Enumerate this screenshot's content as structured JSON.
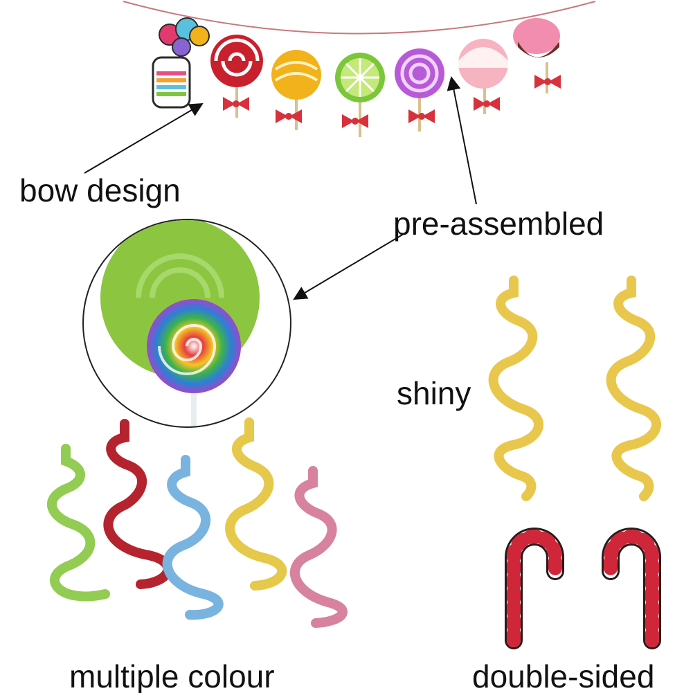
{
  "labels": {
    "bow_design": "bow design",
    "pre_assembled": "pre-assembled",
    "shiny": "shiny",
    "multiple_colour": "multiple colour",
    "double_sided": "double-sided"
  },
  "garland": {
    "pieces": [
      {
        "kind": "candy-jar",
        "color": "#e23a6f"
      },
      {
        "kind": "swirl-lollipop",
        "color": "#c8202c"
      },
      {
        "kind": "swirl-lollipop",
        "color": "#f2b21c"
      },
      {
        "kind": "lime-slice",
        "color": "#7cc63a"
      },
      {
        "kind": "spiral-lollipop",
        "color": "#b65ad8"
      },
      {
        "kind": "ice-cream",
        "color": "#f6b3c0"
      },
      {
        "kind": "chocolate-dessert",
        "color": "#6b2f23"
      }
    ],
    "bow_color": "#d8313b",
    "string_color": "#c9787d"
  },
  "swirls": {
    "multiple_colour": [
      "#92cc52",
      "#b5232e",
      "#79b3e0",
      "#e6c84a",
      "#d7829e"
    ],
    "shiny": [
      "#e9c74d",
      "#e9c74d"
    ]
  },
  "candy_cane": {
    "stripe": "#d0263a",
    "base": "#ffffff"
  },
  "detail": {
    "background_swirl": "#8cc640",
    "outline": "#222222"
  }
}
